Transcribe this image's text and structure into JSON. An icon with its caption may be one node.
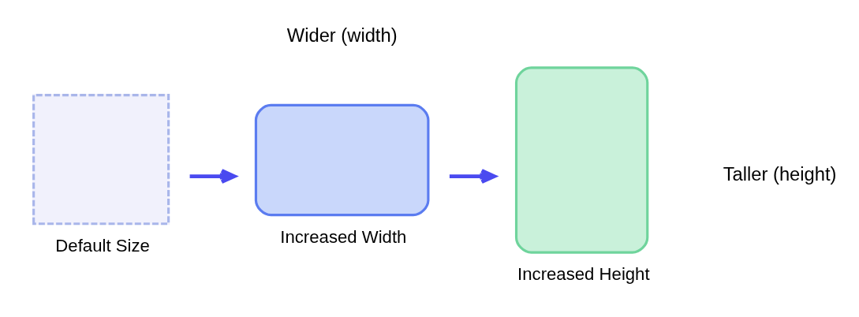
{
  "diagram": {
    "nodes": [
      {
        "text": [],
        "shape": "box",
        "beside": [
          "Default Size"
        ]
      },
      {
        "text": [],
        "shape": "box",
        "beside": [
          "Increased Width"
        ]
      },
      {
        "text": [],
        "shape": "box",
        "beside": [
          "Increased Height"
        ]
      }
    ],
    "edges": [
      {
        "from": 0,
        "to": 1,
        "arrow": "to"
      },
      {
        "from": 1,
        "to": 2,
        "arrow": "to"
      }
    ],
    "labels": [
      "Wider (width)",
      "Taller (height)"
    ]
  }
}
